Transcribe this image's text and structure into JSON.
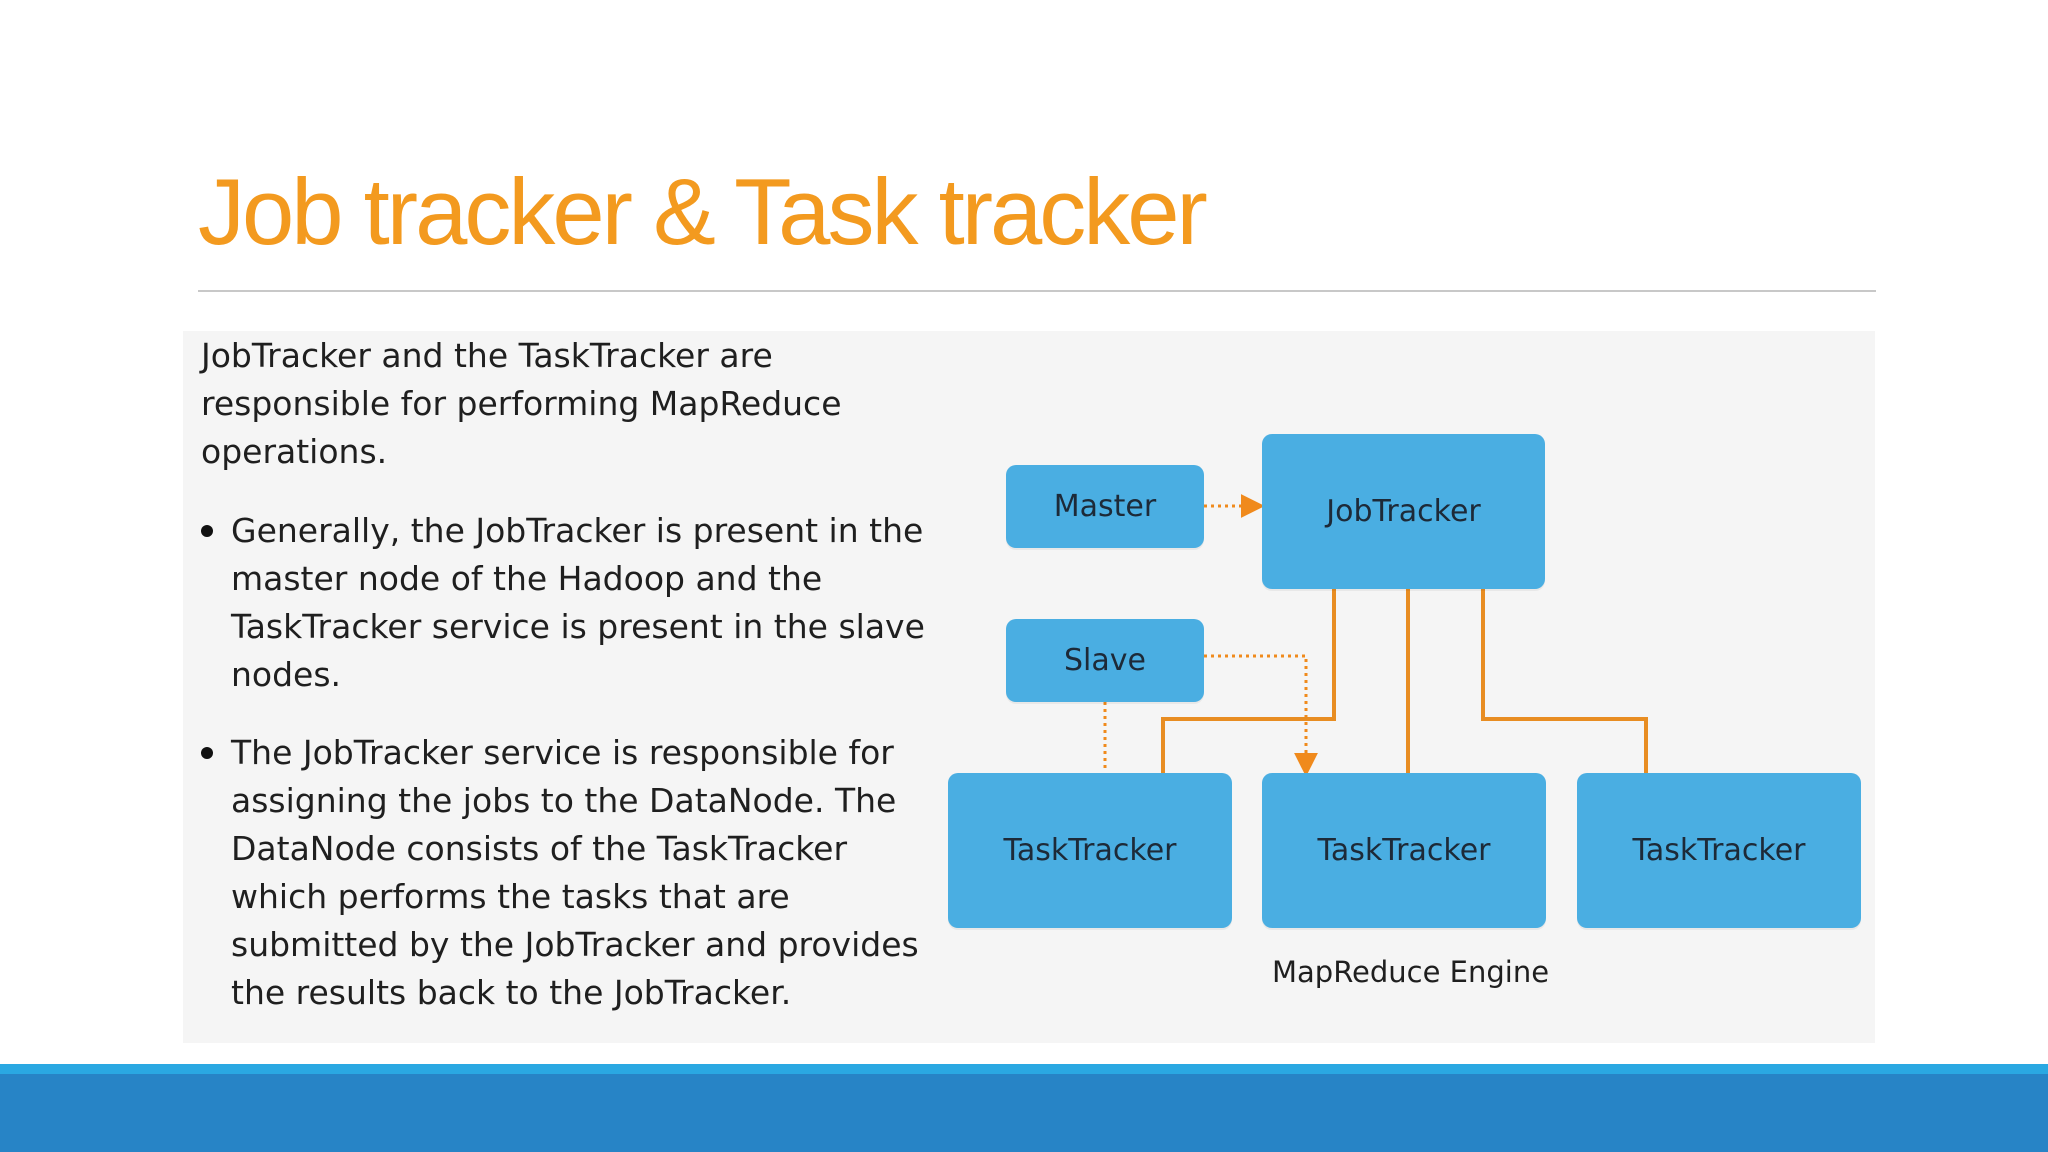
{
  "slide": {
    "title": "Job tracker & Task tracker"
  },
  "content": {
    "intro": "JobTracker and the TaskTracker are responsible for performing MapReduce operations.",
    "bullets": [
      {
        "text": "Generally, the JobTracker is present in the master node of the Hadoop and the TaskTracker service is present in the slave nodes."
      },
      {
        "text": "The JobTracker service is responsible for assigning the jobs to the DataNode. The DataNode consists of the TaskTracker which performs the tasks that are submitted by the JobTracker and provides the results back to the JobTracker."
      }
    ]
  },
  "diagram": {
    "nodes": {
      "master": "Master",
      "jobtracker": "JobTracker",
      "slave": "Slave",
      "task_left": "TaskTracker",
      "task_center": "TaskTracker",
      "task_right": "TaskTracker"
    },
    "caption": "MapReduce Engine"
  },
  "colors": {
    "title": "#f39a1f",
    "rule": "#c8c8c8",
    "panel": "#f5f5f5",
    "node": "#4aaee2",
    "connector": "#f08a1c",
    "footer_light": "#2aa8e2",
    "footer_dark": "#2784c6"
  },
  "icons": {
    "bullet": "black-dot"
  }
}
